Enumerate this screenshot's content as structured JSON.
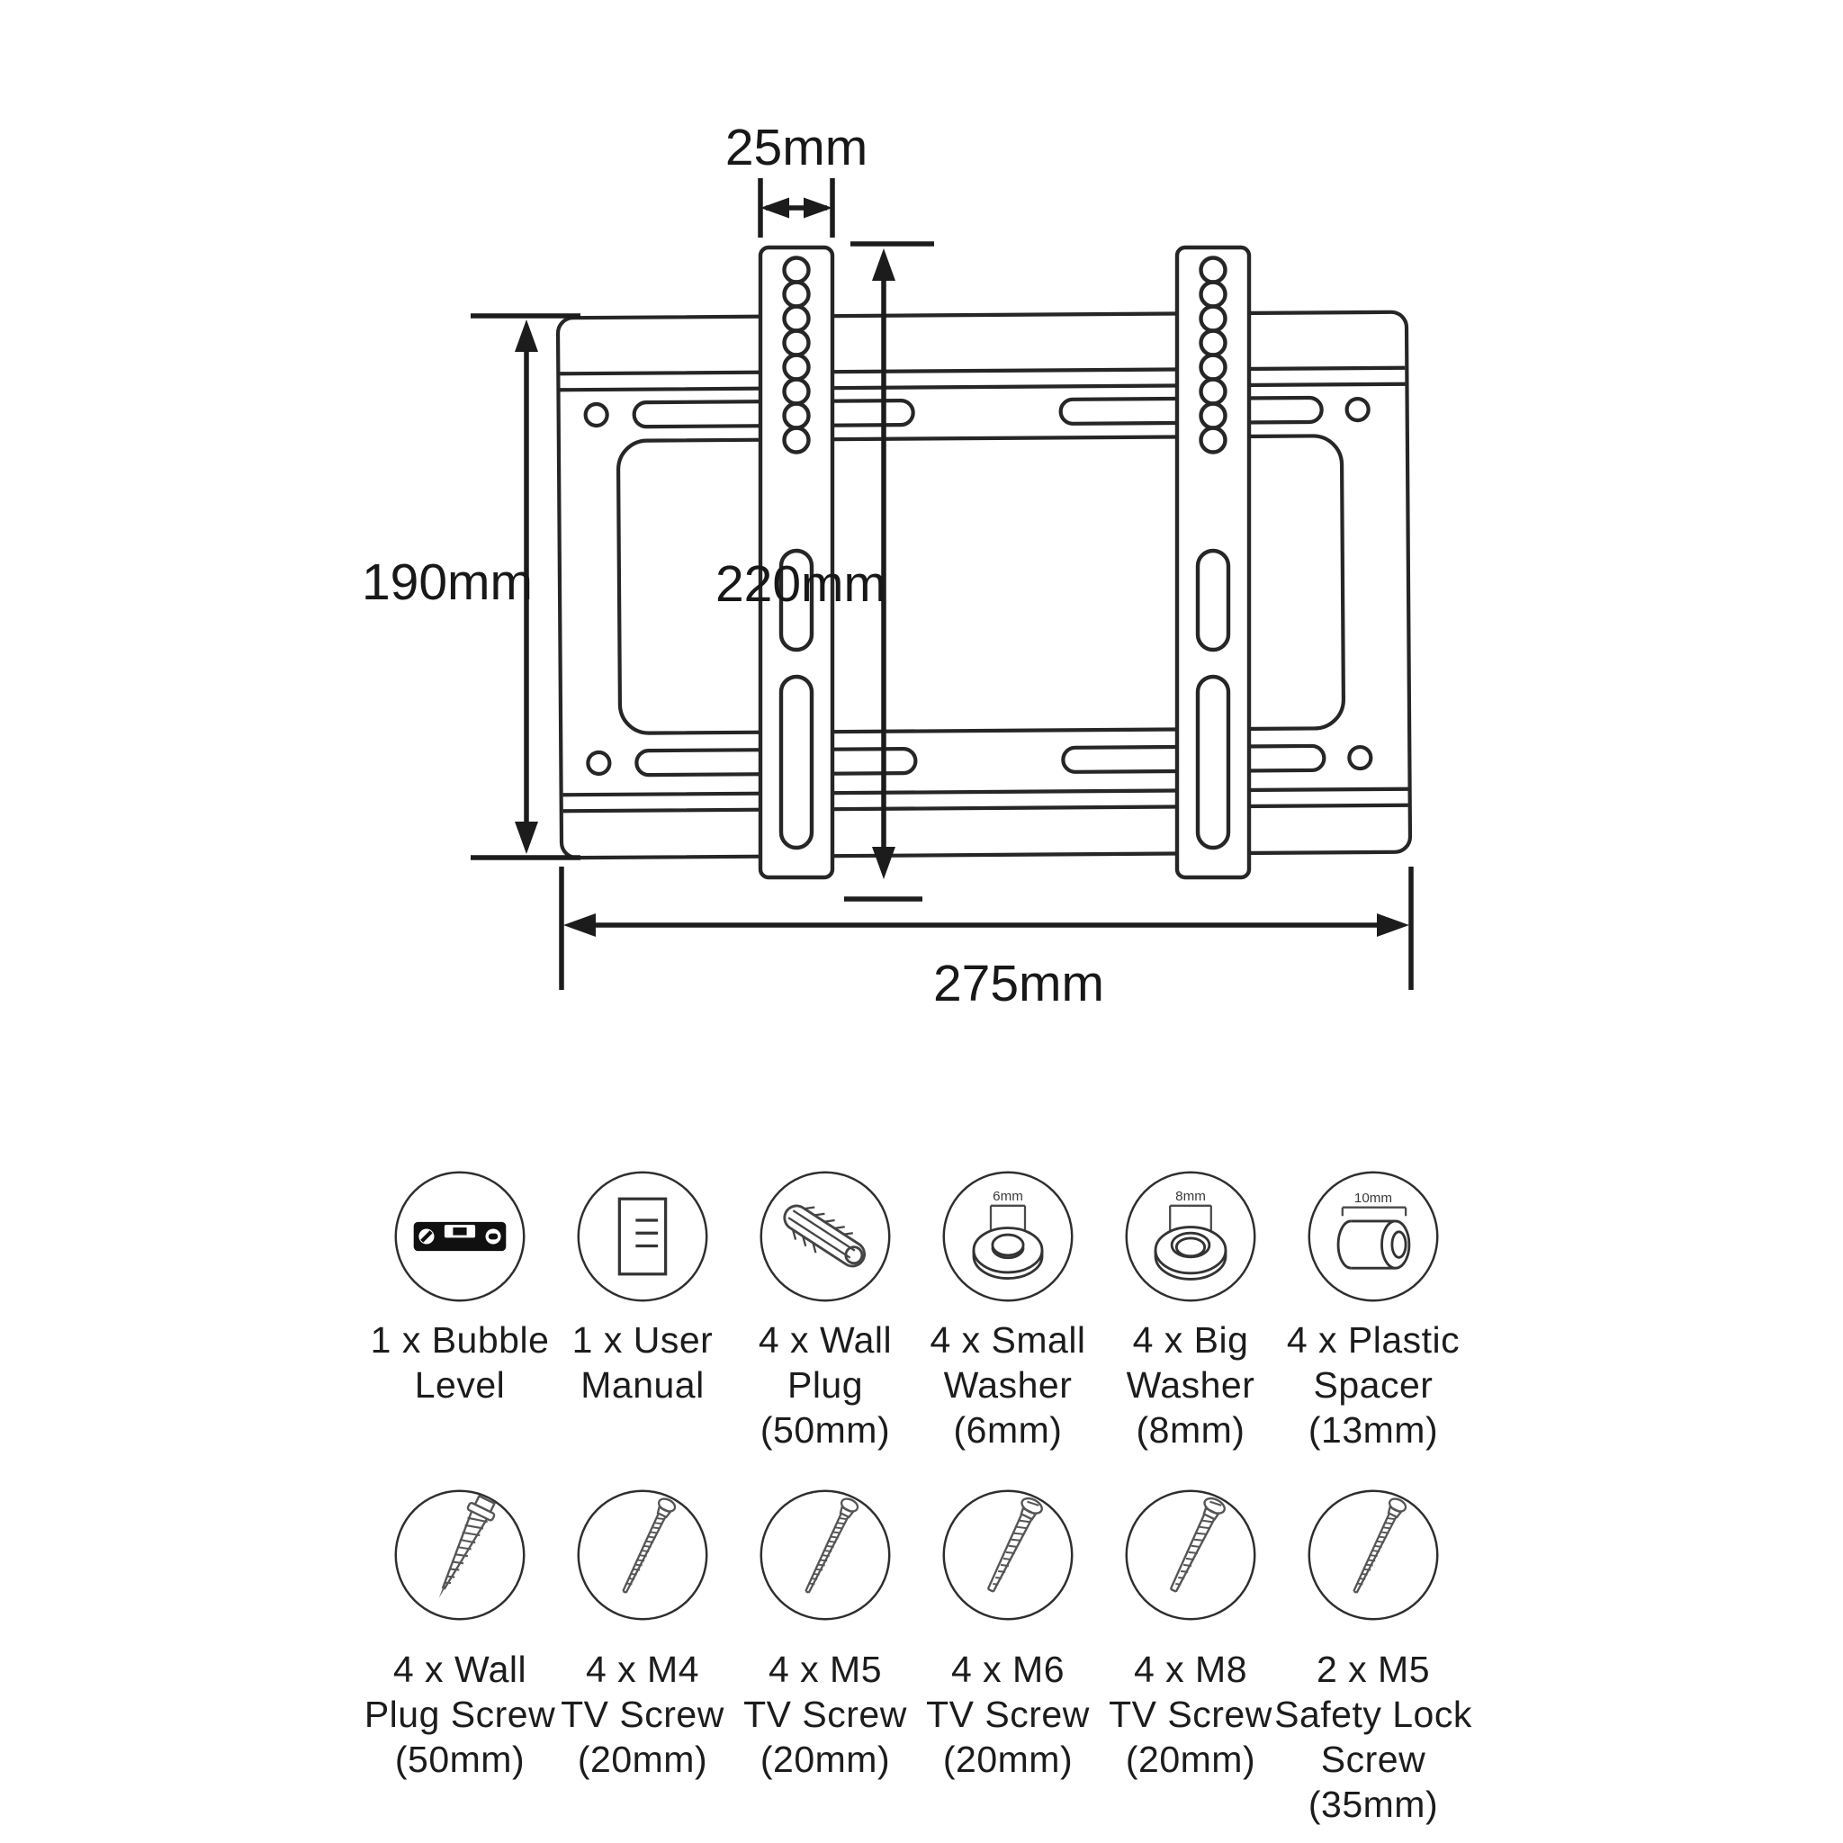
{
  "diagram": {
    "dim_rail_width": "25mm",
    "dim_plate_height": "190mm",
    "dim_vertical_span": "220mm",
    "dim_plate_width": "275mm"
  },
  "parts": [
    {
      "id": "bubble-level",
      "label": "1 x Bubble\nLevel",
      "icon": "bubble-level",
      "icon_label": ""
    },
    {
      "id": "user-manual",
      "label": "1 x User\nManual",
      "icon": "user-manual",
      "icon_label": ""
    },
    {
      "id": "wall-plug",
      "label": "4 x Wall\nPlug\n(50mm)",
      "icon": "wall-plug",
      "icon_label": ""
    },
    {
      "id": "small-washer",
      "label": "4 x Small\nWasher\n(6mm)",
      "icon": "washer-small",
      "icon_label": "6mm"
    },
    {
      "id": "big-washer",
      "label": "4 x Big\nWasher\n(8mm)",
      "icon": "washer-big",
      "icon_label": "8mm"
    },
    {
      "id": "plastic-spacer",
      "label": "4 x Plastic\nSpacer\n(13mm)",
      "icon": "spacer",
      "icon_label": "10mm"
    },
    {
      "id": "wall-plug-screw",
      "label": "4 x Wall\nPlug Screw\n(50mm)",
      "icon": "screw-coarse",
      "icon_label": ""
    },
    {
      "id": "m4-tv-screw",
      "label": "4 x M4\nTV Screw\n(20mm)",
      "icon": "screw-thin",
      "icon_label": ""
    },
    {
      "id": "m5-tv-screw",
      "label": "4 x M5\nTV Screw\n(20mm)",
      "icon": "screw-thin",
      "icon_label": ""
    },
    {
      "id": "m6-tv-screw",
      "label": "4 x M6\nTV Screw\n(20mm)",
      "icon": "screw-thick",
      "icon_label": ""
    },
    {
      "id": "m8-tv-screw",
      "label": "4 x M8\nTV Screw\n(20mm)",
      "icon": "screw-thick",
      "icon_label": ""
    },
    {
      "id": "m5-safety-screw",
      "label": "2 x M5\nSafety Lock\nScrew\n(35mm)",
      "icon": "screw-thin",
      "icon_label": ""
    }
  ]
}
